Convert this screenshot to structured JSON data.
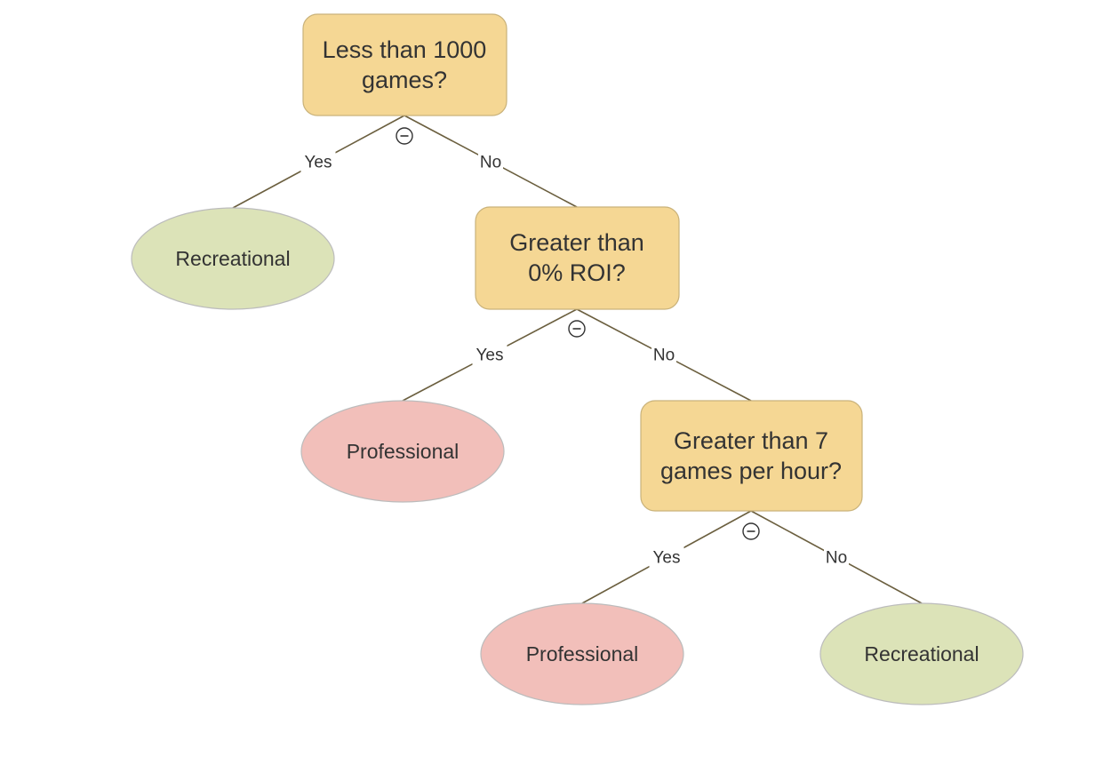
{
  "tree": {
    "decisions": [
      {
        "id": "q1",
        "lines": [
          "Less than 1000",
          "games?"
        ],
        "color": "#f5d794"
      },
      {
        "id": "q2",
        "lines": [
          "Greater than",
          "0% ROI?"
        ],
        "color": "#f5d794"
      },
      {
        "id": "q3",
        "lines": [
          "Greater than 7",
          "games per hour?"
        ],
        "color": "#f5d794"
      }
    ],
    "leaves": [
      {
        "id": "leaf1",
        "label": "Recreational",
        "color": "#dce3b8"
      },
      {
        "id": "leaf2",
        "label": "Professional",
        "color": "#f2bfba"
      },
      {
        "id": "leaf3",
        "label": "Professional",
        "color": "#f2bfba"
      },
      {
        "id": "leaf4",
        "label": "Recreational",
        "color": "#dce3b8"
      }
    ],
    "edges": [
      {
        "from": "q1",
        "to": "leaf1",
        "label": "Yes"
      },
      {
        "from": "q1",
        "to": "q2",
        "label": "No"
      },
      {
        "from": "q2",
        "to": "leaf2",
        "label": "Yes"
      },
      {
        "from": "q2",
        "to": "q3",
        "label": "No"
      },
      {
        "from": "q3",
        "to": "leaf3",
        "label": "Yes"
      },
      {
        "from": "q3",
        "to": "leaf4",
        "label": "No"
      }
    ],
    "collapse_icon": "minus-circle-icon"
  }
}
